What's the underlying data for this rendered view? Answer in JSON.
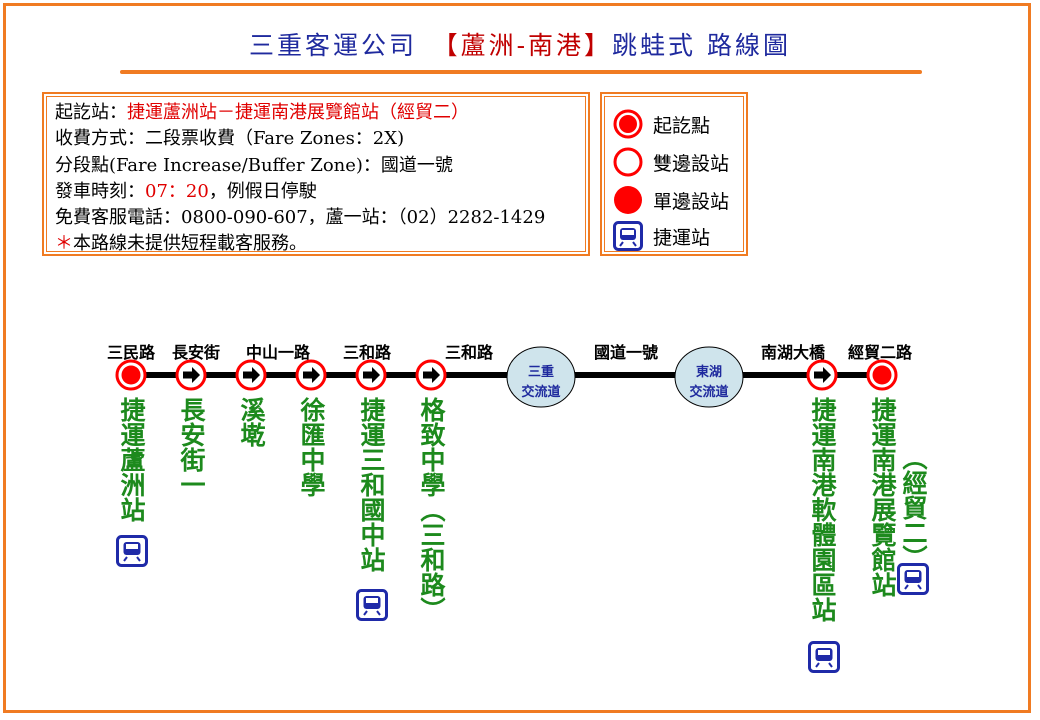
{
  "title": {
    "part1": "三重客運公司",
    "part2": "【蘆洲-南港】",
    "part3": "跳蛙式 路線圖"
  },
  "info": {
    "l1_label": "起訖站：",
    "l1_value": "捷運蘆洲站－捷運南港展覽館站（經貿二）",
    "l2": "收費方式：二段票收費（Fare Zones：2X)",
    "l3": "分段點(Fare Increase/Buffer Zone)：國道一號",
    "l4_label": "發車時刻：",
    "l4_value": "07：20",
    "l4_rest": "，例假日停駛",
    "l5": "免費客服電話：0800-090-607，蘆一站：（02）2282-1429",
    "l6_mark": "＊",
    "l6": "本路線未提供短程載客服務。"
  },
  "legend": {
    "terminal": "起訖點",
    "both": "雙邊設站",
    "single": "單邊設站",
    "metro": "捷運站"
  },
  "road_labels": {
    "r1": "三民路",
    "r2": "長安街",
    "r3": "中山一路",
    "r4": "三和路",
    "r5": "三和路",
    "r6": "國道一號",
    "r7": "南湖大橋",
    "r8": "經貿二路"
  },
  "interchanges": {
    "ic1": "三重\n交流道",
    "ic1_top": "三重",
    "ic1_bottom": "交流道",
    "ic2_top": "東湖",
    "ic2_bottom": "交流道"
  },
  "stops": {
    "s1": "捷運蘆洲站",
    "s2": "長安街一",
    "s3": "溪墘",
    "s4": "徐匯中學",
    "s5": "捷運三和國中站",
    "s6": "格致中學（三和路）",
    "s7": "捷運南港軟體園區站",
    "s8": "捷運南港展覽館站",
    "s8b": "（經貿二）"
  },
  "colors": {
    "border": "#f07b22",
    "stop_red": "#ff0000",
    "title_blue": "#1f2a9e",
    "stop_green": "#1d8a1d",
    "interchange_fill": "#cfe4ec"
  },
  "icons": {
    "terminal": "terminal-stop-icon",
    "both": "two-way-stop-icon",
    "single": "one-way-stop-icon",
    "metro": "metro-train-icon"
  }
}
